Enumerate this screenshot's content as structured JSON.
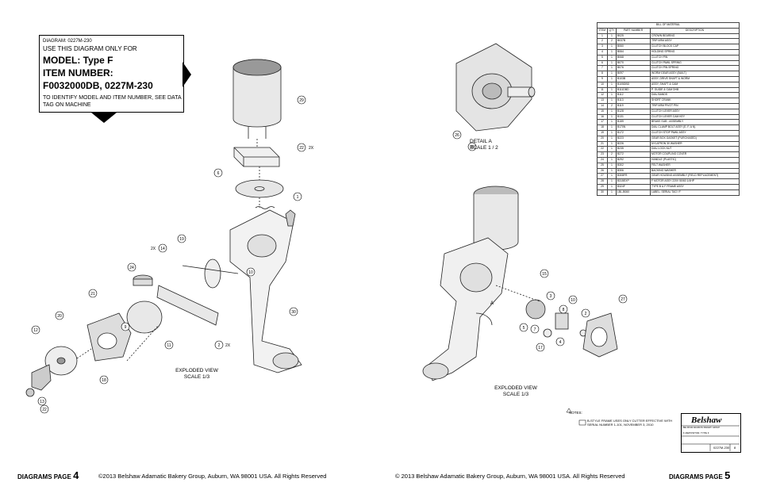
{
  "info_box": {
    "diagram_label": "DIAGRAM: 0227M-230",
    "use_only": "USE THIS DIAGRAM ONLY FOR",
    "model": "MODEL: Type F",
    "item_number_label": "ITEM NUMBER:",
    "item_numbers": "F0032000DB, 0227M-230",
    "identify_note": "TO IDENTIFY MODEL AND ITEM NUMBER, SEE DATA TAG ON MACHINE"
  },
  "bom": {
    "title": "BILL OF MATERIAL",
    "headers": [
      "ITEM",
      "QTY",
      "PART NUMBER",
      "DESCRIPTION"
    ],
    "rows": [
      [
        "1",
        "1",
        "B025",
        "CROWN BEARING"
      ],
      [
        "2",
        "2",
        "B037B",
        "TRIP ARM ASSY"
      ],
      [
        "3",
        "1",
        "B060",
        "CLUTCH BLOCK CAP"
      ],
      [
        "4",
        "1",
        "B064",
        "HOLDING SPRING"
      ],
      [
        "5",
        "1",
        "B068",
        "CLUTCH PIN"
      ],
      [
        "6",
        "1",
        "B070",
        "CLUTCH PAWL SPRING"
      ],
      [
        "7",
        "1",
        "B076",
        "CLUTCH PIN SPRING"
      ],
      [
        "8",
        "1",
        "B097",
        "WORM GEAR ASSY (BUILT)"
      ],
      [
        "9",
        "1",
        "B103B",
        "ASSY, DRIVE SHAFT & WORM"
      ],
      [
        "10",
        "1",
        "B105DBD",
        "ASSY, SHAFT & CAM"
      ],
      [
        "11",
        "1",
        "B111DBD",
        "P. GUIDE & CAM DHB"
      ],
      [
        "12",
        "1",
        "B112",
        "DIAL BANDS"
      ],
      [
        "13",
        "1",
        "B113",
        "SHORT CRANK"
      ],
      [
        "14",
        "2",
        "B119",
        "TRIP ARM PIVOT PIN"
      ],
      [
        "15",
        "1",
        "B128",
        "CLUTCH LEVER ASSY"
      ],
      [
        "16",
        "1",
        "B131",
        "CLUTCH LEVER CAM KEY"
      ],
      [
        "17",
        "1",
        "B159",
        "BRAKE SUB - ASSEMBLY"
      ],
      [
        "18",
        "1",
        "B170N",
        "DIAL CLAMP BOLT ASSY (E, F, A N)"
      ],
      [
        "19",
        "1",
        "B172",
        "CLUTCH STOP PAWL ASSY"
      ],
      [
        "20",
        "1",
        "B223",
        "GEAR BOX GASKET (PURCHASED)"
      ],
      [
        "21",
        "1",
        "B226",
        "NYLATRON 30 WASHER"
      ],
      [
        "22",
        "1",
        "B235",
        "DIAL LOCK NUT"
      ],
      [
        "23",
        "2",
        "B272",
        "MOTOR COUPLING COVER"
      ],
      [
        "24",
        "1",
        "B292",
        "HANDLE (PLASTIC)"
      ],
      [
        "25",
        "1",
        "B302",
        "FELT WASHER"
      ],
      [
        "26",
        "1",
        "B306",
        "BACKING WASHER"
      ],
      [
        "27",
        "1",
        "B308FR",
        "GEAR HOUSING ASSEMBLY (FIELD REPLACEMENT)"
      ],
      [
        "28",
        "1",
        "B315EXP",
        "F MOTOR ASSY 220V 50/60 1/4HP"
      ],
      [
        "29",
        "1",
        "B324F",
        "TYPE B & F FRAME ASSY"
      ],
      [
        "30",
        "1",
        "LBL-B060",
        "LABEL, SERIAL TAG I F"
      ]
    ]
  },
  "captions": {
    "exploded_left": [
      "EXPLODED VIEW",
      "SCALE 1/3"
    ],
    "exploded_right": [
      "EXPLODED VIEW",
      "SCALE 1/3"
    ],
    "detail": [
      "DETAIL  A",
      "SCALE 1 / 2"
    ]
  },
  "notes": {
    "heading": "NOTES:",
    "note1": "B-STYLE FRAME USES ONLY CUTTER EFFECTIVE WITH SERIAL NUMBER 1-101, NOVEMBER 3, 2010"
  },
  "title_block": {
    "logo": "Belshaw",
    "company": "BELSHAW ADAMATIC BAKERY GROUP",
    "title": "F-DEPOSITOR, TYPE F",
    "drawing_number": "0227M-230",
    "sheet": "8"
  },
  "footer": {
    "left_page_label": "DIAGRAMS PAGE",
    "left_page_number": "4",
    "left_copyright": "©2013 Belshaw Adamatic Bakery Group, Auburn, WA 98001 USA. All Rights Reserved",
    "right_copyright": "© 2013 Belshaw Adamatic Bakery Group, Auburn, WA 98001 USA. All Rights Reserved",
    "right_page_label": "DIAGRAMS PAGE",
    "right_page_number": "5"
  },
  "callouts_left": [
    "29",
    "22",
    "6",
    "1",
    "19",
    "14",
    "24",
    "30",
    "21",
    "20",
    "12",
    "23",
    "13",
    "22",
    "11",
    "9",
    "18",
    "2",
    "10"
  ],
  "callouts_left_suffix": {
    "2x_a": "2X",
    "2x_b": "2X",
    "2x_c": "2X"
  },
  "callouts_right": [
    "26",
    "25",
    "15",
    "3",
    "8",
    "5",
    "7",
    "17",
    "4",
    "2",
    "27",
    "10"
  ],
  "detail_letter": "A"
}
